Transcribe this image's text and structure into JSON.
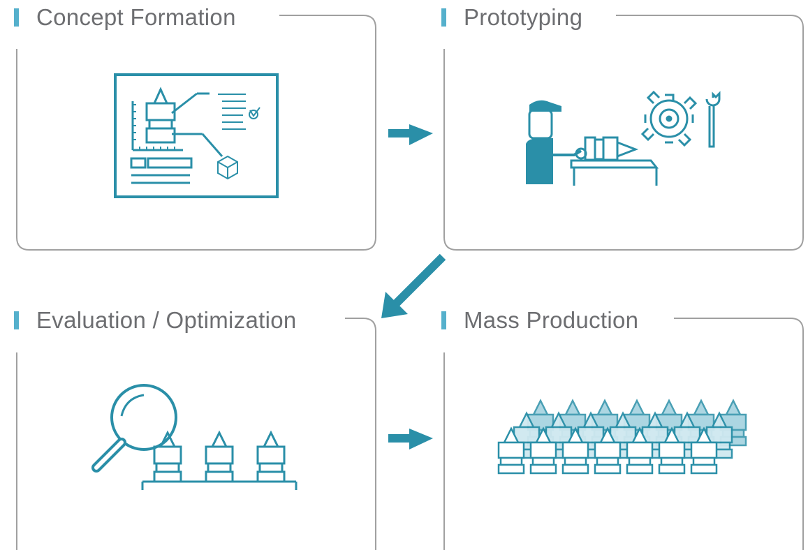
{
  "colors": {
    "accent": "#2a8fa8",
    "accent_light": "#55b0cc",
    "frame": "#a0a0a0",
    "title": "#6d6e71"
  },
  "panels": [
    {
      "title": "Concept Formation",
      "icon": "blueprint-icon"
    },
    {
      "title": "Prototyping",
      "icon": "worker-at-machine-icon"
    },
    {
      "title": "Evaluation / Optimization",
      "icon": "magnifier-inspection-icon"
    },
    {
      "title": "Mass Production",
      "icon": "mass-production-icon"
    }
  ],
  "arrows": [
    "arrow-right-icon",
    "arrow-down-left-icon",
    "arrow-right-icon"
  ]
}
